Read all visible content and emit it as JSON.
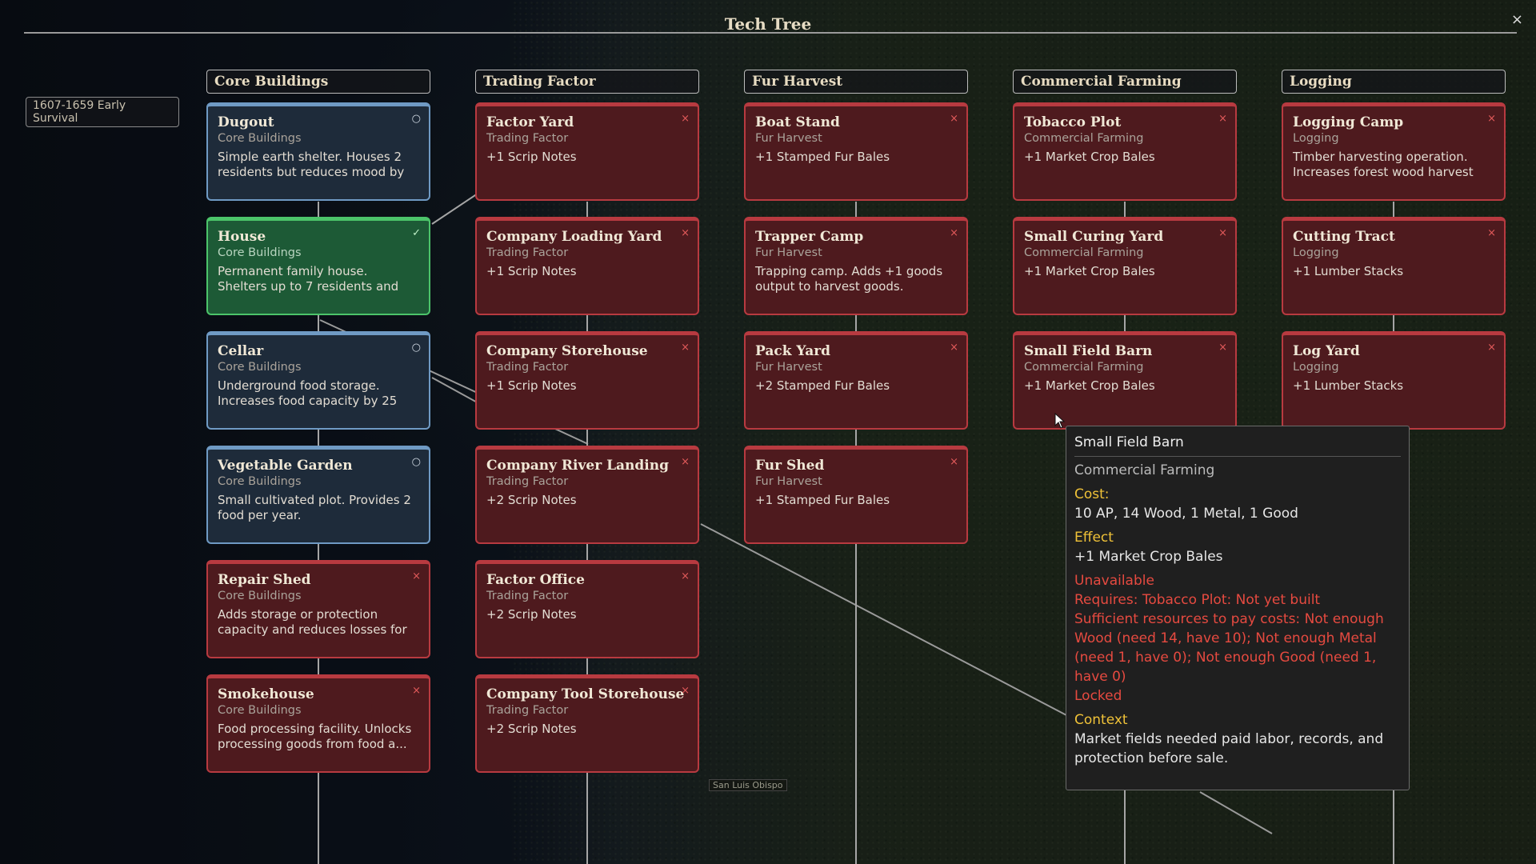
{
  "window": {
    "title": "Tech Tree",
    "close_symbol": "×"
  },
  "era": {
    "label": "1607-1659 Early Survival"
  },
  "map_labels": [
    "San Luis Obispo"
  ],
  "colors": {
    "locked": "#b83a40",
    "available": "#6f9ac4",
    "researched": "#4cc46a",
    "tooltip_label": "#f0c238",
    "tooltip_warning": "#e64a40"
  },
  "columns": [
    {
      "header": "Core Buildings",
      "cards": [
        {
          "title": "Dugout",
          "category": "Core Buildings",
          "desc": "Simple earth shelter. Houses 2 residents but reduces mood by",
          "state": "available",
          "mark": "○"
        },
        {
          "title": "House",
          "category": "Core Buildings",
          "desc": "Permanent family house. Shelters up to 7 residents and",
          "state": "done",
          "mark": "✓"
        },
        {
          "title": "Cellar",
          "category": "Core Buildings",
          "desc": "Underground food storage. Increases food capacity by 25",
          "state": "available",
          "mark": "○"
        },
        {
          "title": "Vegetable Garden",
          "category": "Core Buildings",
          "desc": "Small cultivated plot. Provides 2 food per year.",
          "state": "available",
          "mark": "○"
        },
        {
          "title": "Repair Shed",
          "category": "Core Buildings",
          "desc": "Adds storage or protection capacity and reduces losses for",
          "state": "locked",
          "mark": "×"
        },
        {
          "title": "Smokehouse",
          "category": "Core Buildings",
          "desc": "Food processing facility. Unlocks processing goods from food a...",
          "state": "locked",
          "mark": "×"
        }
      ]
    },
    {
      "header": "Trading Factor",
      "cards": [
        {
          "title": "Factor Yard",
          "category": "Trading Factor",
          "desc": "+1 Scrip Notes",
          "state": "locked",
          "mark": "×"
        },
        {
          "title": "Company Loading Yard",
          "category": "Trading Factor",
          "desc": "+1 Scrip Notes",
          "state": "locked",
          "mark": "×"
        },
        {
          "title": "Company Storehouse",
          "category": "Trading Factor",
          "desc": "+1 Scrip Notes",
          "state": "locked",
          "mark": "×"
        },
        {
          "title": "Company River Landing",
          "category": "Trading Factor",
          "desc": "+2 Scrip Notes",
          "state": "locked",
          "mark": "×"
        },
        {
          "title": "Factor Office",
          "category": "Trading Factor",
          "desc": "+2 Scrip Notes",
          "state": "locked",
          "mark": "×"
        },
        {
          "title": "Company Tool Storehouse",
          "category": "Trading Factor",
          "desc": "+2 Scrip Notes",
          "state": "locked",
          "mark": "×"
        }
      ]
    },
    {
      "header": "Fur Harvest",
      "cards": [
        {
          "title": "Boat Stand",
          "category": "Fur Harvest",
          "desc": "+1 Stamped Fur Bales",
          "state": "locked",
          "mark": "×"
        },
        {
          "title": "Trapper Camp",
          "category": "Fur Harvest",
          "desc": "Trapping camp. Adds +1 goods output to harvest goods.",
          "state": "locked",
          "mark": "×"
        },
        {
          "title": "Pack Yard",
          "category": "Fur Harvest",
          "desc": "+2 Stamped Fur Bales",
          "state": "locked",
          "mark": "×"
        },
        {
          "title": "Fur Shed",
          "category": "Fur Harvest",
          "desc": "+1 Stamped Fur Bales",
          "state": "locked",
          "mark": "×"
        }
      ]
    },
    {
      "header": "Commercial Farming",
      "cards": [
        {
          "title": "Tobacco Plot",
          "category": "Commercial Farming",
          "desc": "+1 Market Crop Bales",
          "state": "locked",
          "mark": "×"
        },
        {
          "title": "Small Curing Yard",
          "category": "Commercial Farming",
          "desc": "+1 Market Crop Bales",
          "state": "locked",
          "mark": "×"
        },
        {
          "title": "Small Field Barn",
          "category": "Commercial Farming",
          "desc": "+1 Market Crop Bales",
          "state": "locked",
          "mark": "×"
        }
      ]
    },
    {
      "header": "Logging",
      "cards": [
        {
          "title": "Logging Camp",
          "category": "Logging",
          "desc": "Timber harvesting operation. Increases forest wood harvest",
          "state": "locked",
          "mark": "×"
        },
        {
          "title": "Cutting Tract",
          "category": "Logging",
          "desc": "+1 Lumber Stacks",
          "state": "locked",
          "mark": "×"
        },
        {
          "title": "Log Yard",
          "category": "Logging",
          "desc": "+1 Lumber Stacks",
          "state": "locked",
          "mark": "×"
        }
      ]
    }
  ],
  "tooltip": {
    "title": "Small Field Barn",
    "category": "Commercial Farming",
    "cost_label": "Cost:",
    "cost": "10 AP, 14 Wood, 1 Metal, 1 Good",
    "effect_label": "Effect",
    "effect": "+1 Market Crop Bales",
    "unavailable_label": "Unavailable",
    "requirements": [
      "Requires: Tobacco Plot: Not yet built",
      "Sufficient resources to pay costs: Not enough Wood (need 14, have 10); Not enough Metal (need 1, have 0); Not enough Good (need 1, have 0)",
      "Locked"
    ],
    "context_label": "Context",
    "context": "Market fields needed paid labor, records, and protection before sale."
  }
}
